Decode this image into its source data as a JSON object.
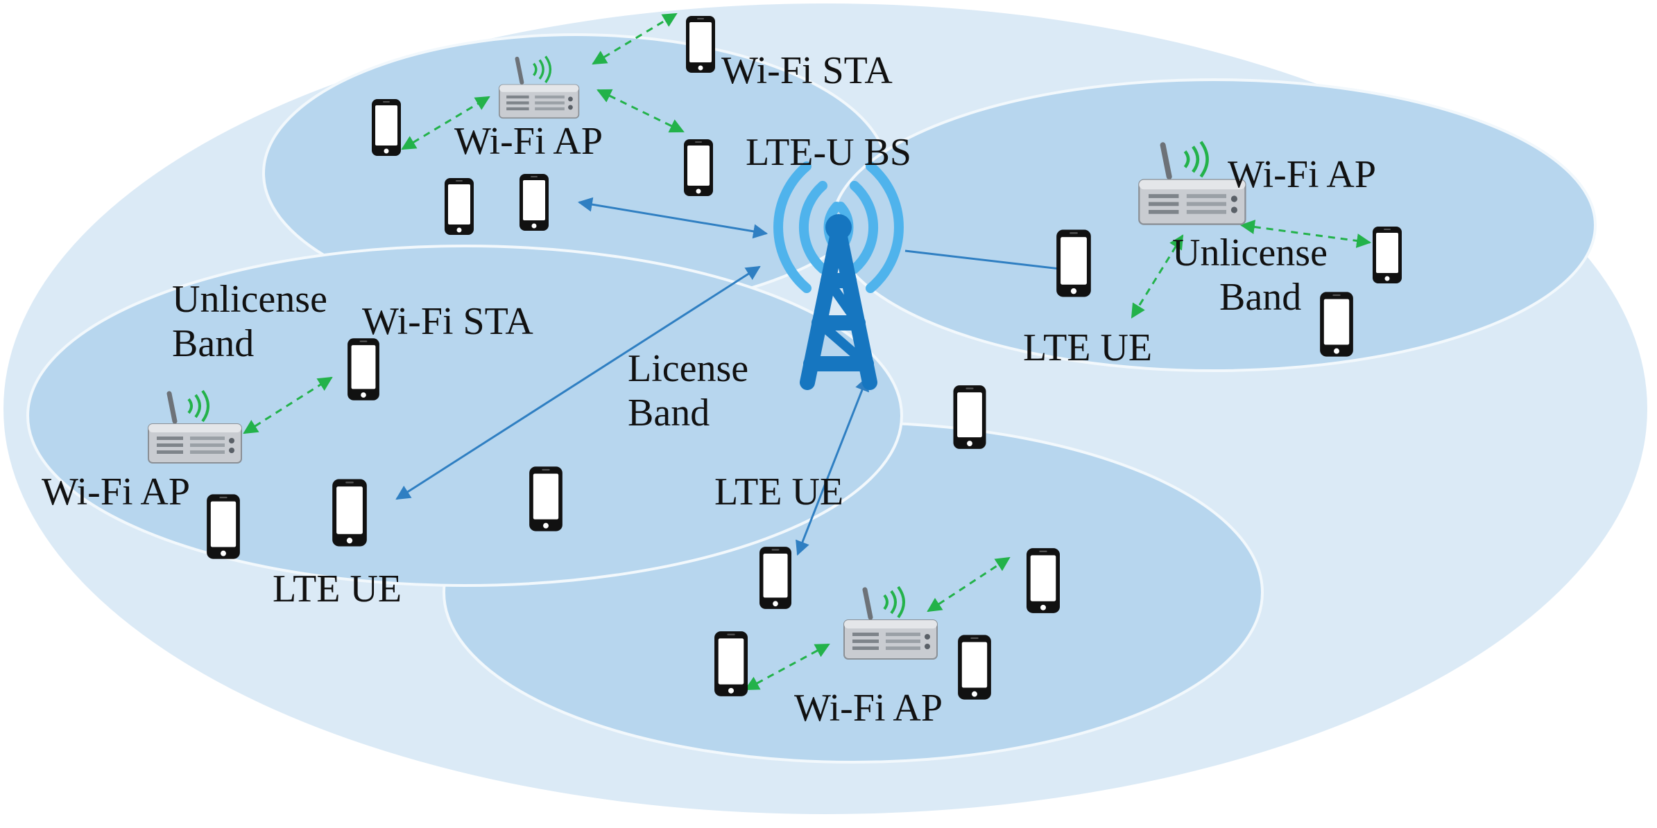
{
  "labels": {
    "lte_u_bs": "LTE-U BS",
    "wifi_sta_top": "Wi-Fi STA",
    "wifi_ap_top": "Wi-Fi AP",
    "wifi_ap_right": "Wi-Fi AP",
    "unlicense_band_right": [
      "Unlicense",
      "Band"
    ],
    "lte_ue_right": "LTE UE",
    "unlicense_band_left": [
      "Unlicense",
      "Band"
    ],
    "wifi_sta_left": "Wi-Fi STA",
    "license_band": [
      "License",
      "Band"
    ],
    "wifi_ap_left": "Wi-Fi AP",
    "lte_ue_left": "LTE UE",
    "lte_ue_bottom": "LTE UE",
    "wifi_ap_bottom": "Wi-Fi AP"
  },
  "colors": {
    "outer_cell": "#dbeaf6",
    "small_cell": "#b7d6ee",
    "cell_border": "#f2f8fc",
    "tower": "#1676c0",
    "tower_waves": "#4fb3ec",
    "lte_link": "#2f7fc2",
    "wifi_link": "#23b24a",
    "device": "#111111",
    "router_body": "#c9ccd1"
  },
  "icons": {
    "base_station": "cell-tower-icon",
    "access_point": "wifi-router-icon",
    "user_device": "smartphone-icon"
  }
}
